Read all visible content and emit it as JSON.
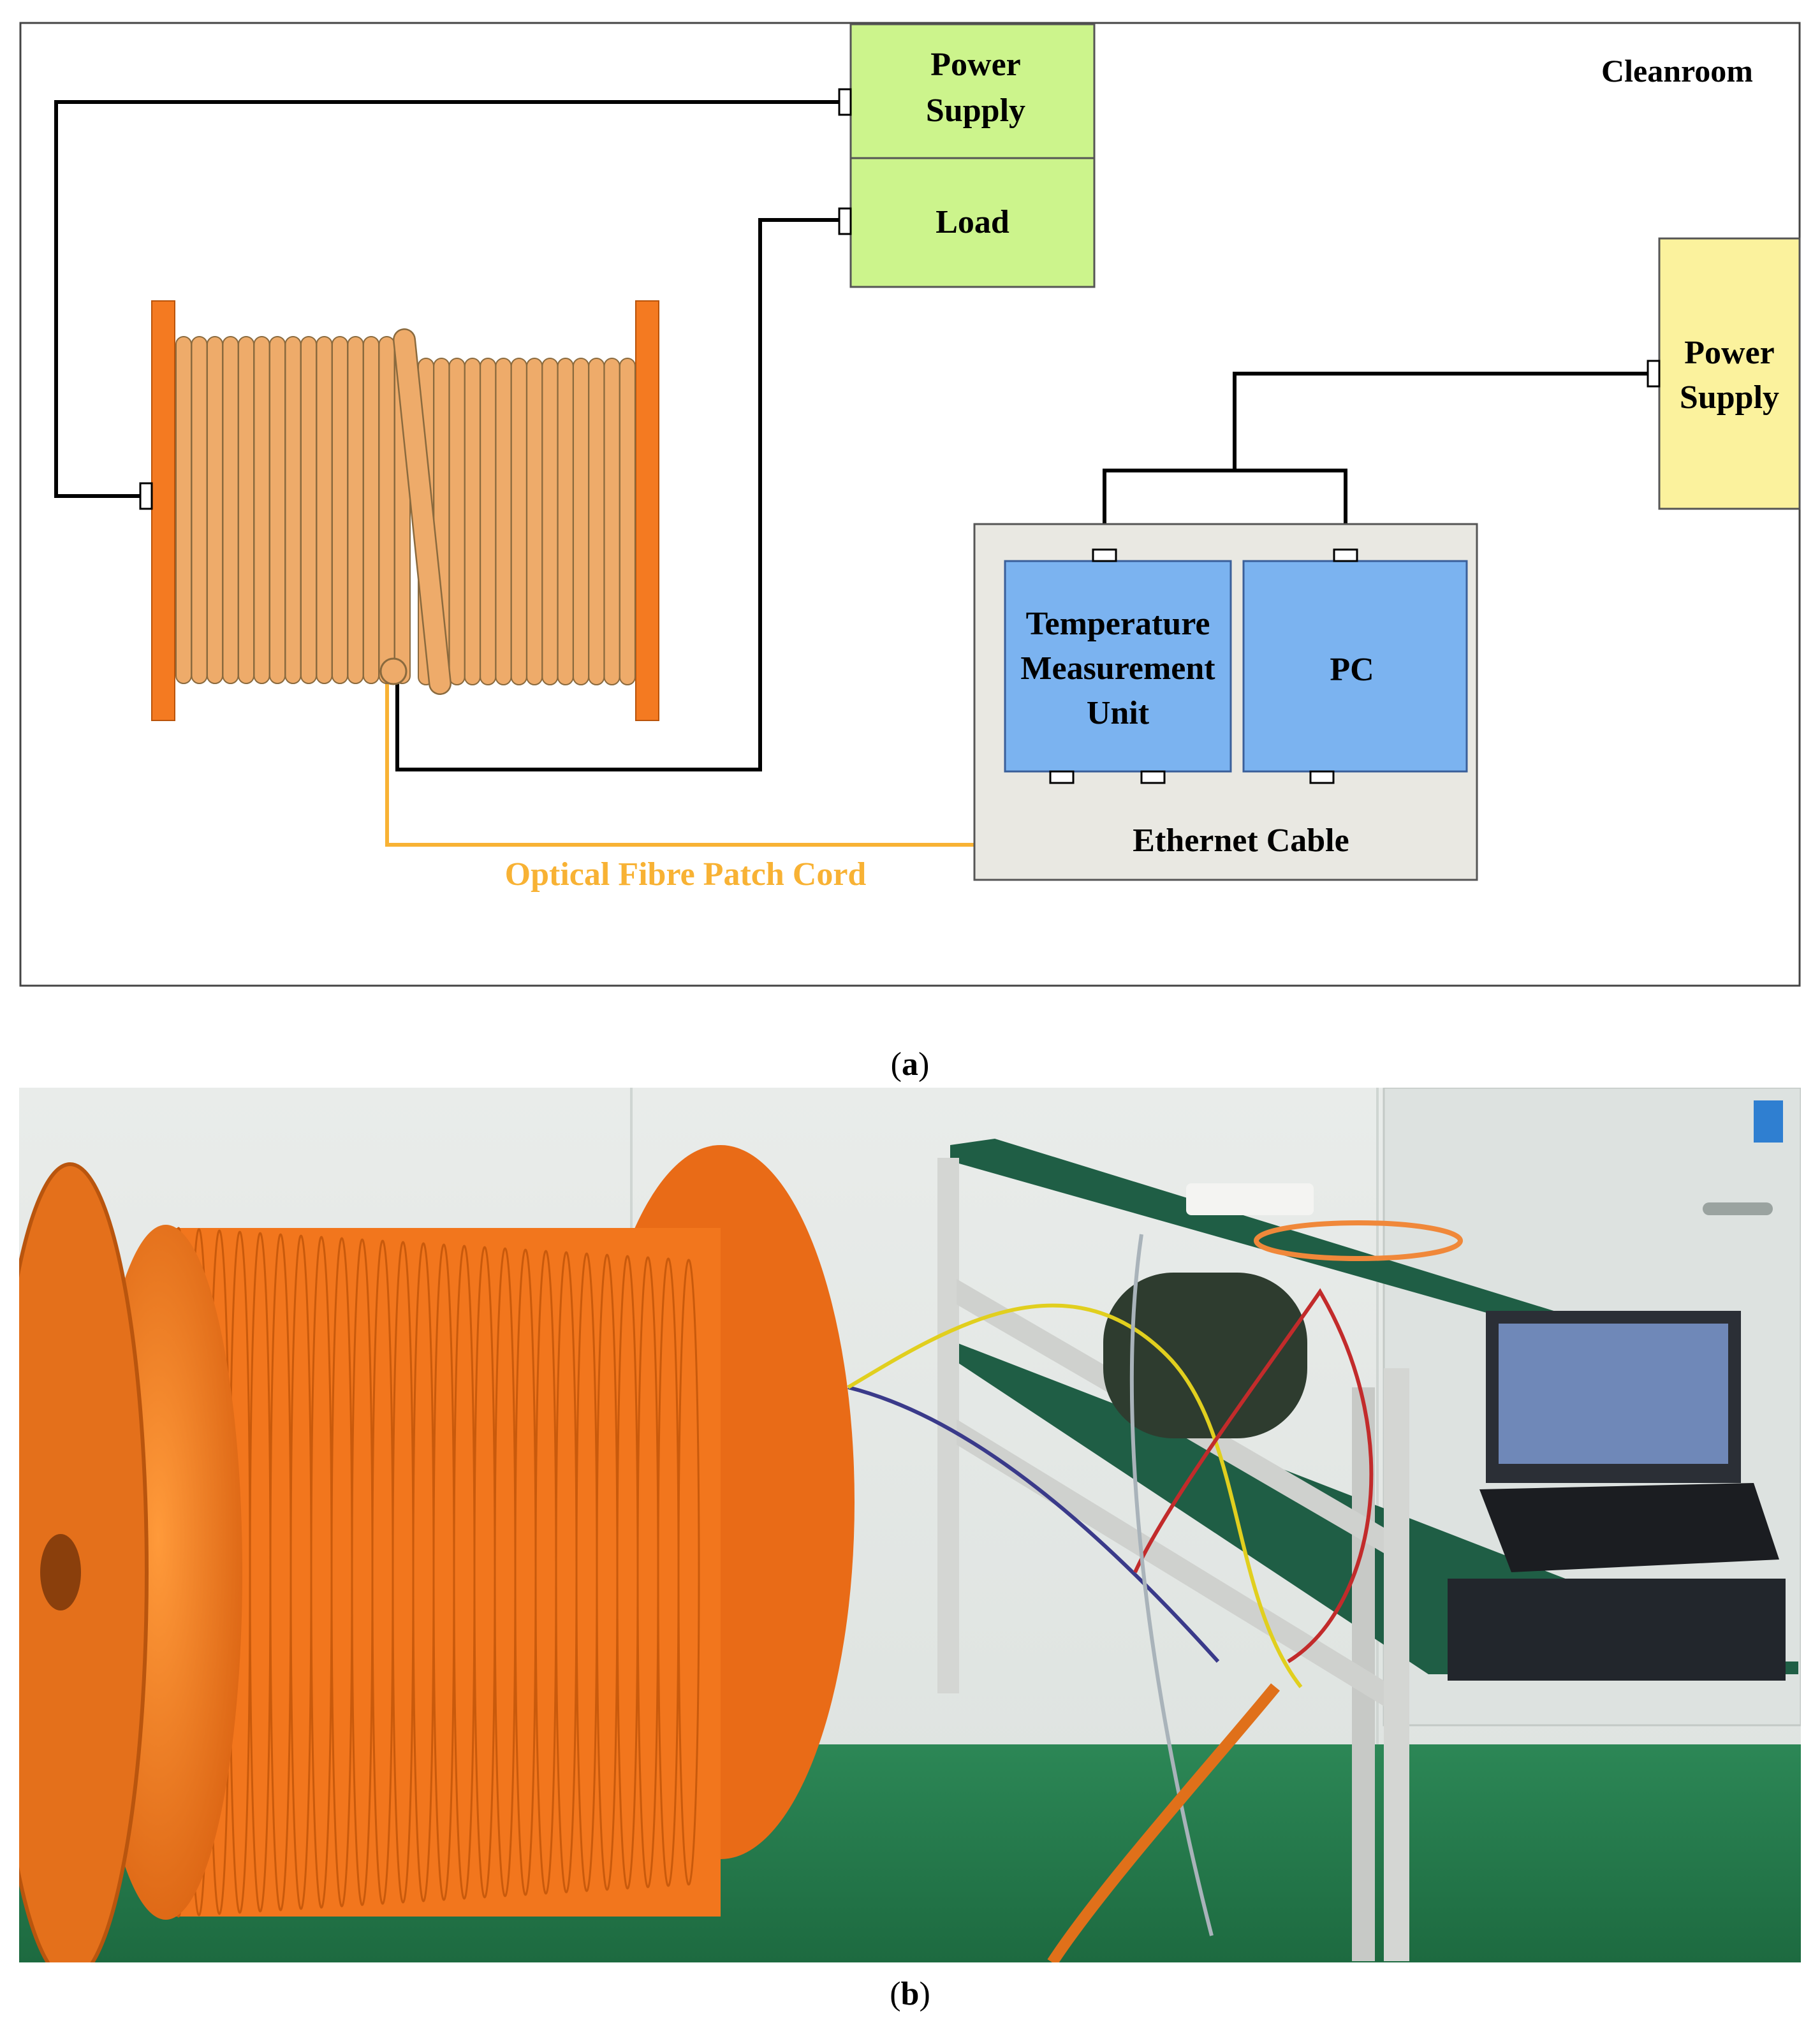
{
  "diagram": {
    "room_label": "Cleanroom",
    "power_supply_top": {
      "line1": "Power",
      "line2": "Supply"
    },
    "load_label": "Load",
    "power_supply_right": {
      "line1": "Power",
      "line2": "Supply"
    },
    "tmu": {
      "line1": "Temperature",
      "line2": "Measurement",
      "line3": "Unit"
    },
    "pc_label": "PC",
    "ethernet_label": "Ethernet Cable",
    "fibre_label": "Optical Fibre Patch Cord",
    "colors": {
      "green_box": "#ccf48c",
      "yellow_box": "#fbf29d",
      "blue_box": "#7bb3f0",
      "grey_panel": "#e9e8e2",
      "flange": "#f47a21",
      "cable": "#eeab6a",
      "fibre": "#f8b234"
    }
  },
  "captions": {
    "a": {
      "open": "(",
      "letter": "a",
      "close": ")"
    },
    "b": {
      "open": "(",
      "letter": "b",
      "close": ")"
    }
  },
  "photo": {
    "colors": {
      "spool": "#f2761d",
      "wall": "#eef0ef",
      "floor": "#23784a",
      "bench_top": "#1f5e45"
    }
  }
}
